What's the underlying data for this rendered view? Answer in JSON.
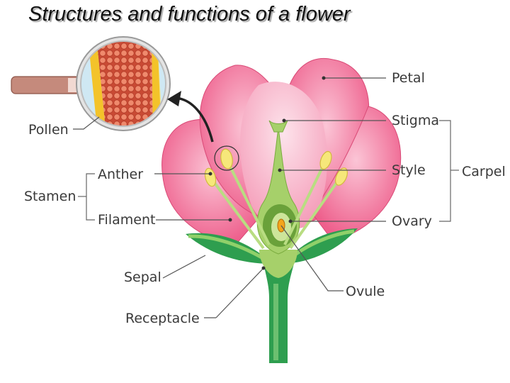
{
  "title": "Structures and functions of a flower",
  "labels": {
    "petal": "Petal",
    "stigma": "Stigma",
    "style": "Style",
    "carpel": "Carpel",
    "ovary": "Ovary",
    "ovule": "Ovule",
    "anther": "Anther",
    "stamen": "Stamen",
    "filament": "Filament",
    "pollen": "Pollen",
    "sepal": "Sepal",
    "receptacle": "Receptacle"
  },
  "colors": {
    "petal_pink": "#ee5f8c",
    "petal_light": "#f7a8c2",
    "stem_green": "#2e9e4f",
    "carpel_green": "#a6d06a",
    "anther_yellow": "#f6e77a",
    "pollen_orange": "#e0684e"
  }
}
